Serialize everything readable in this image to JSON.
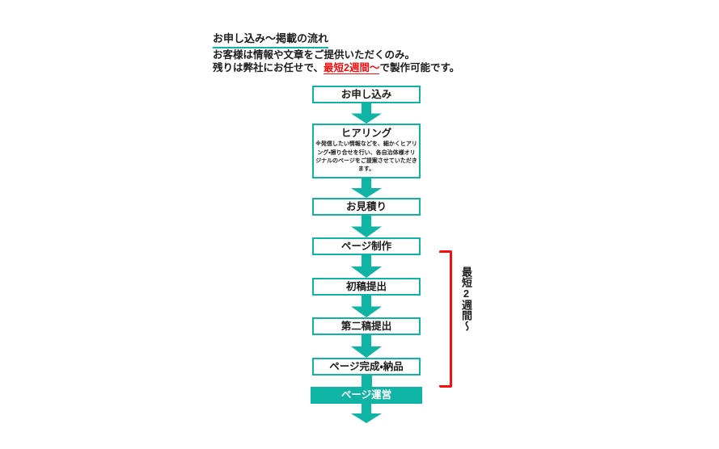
{
  "page": {
    "title": "お申し込み〜掲載の流れ",
    "intro_line1": "お客様は情報や文章をご提供いただくのみ。",
    "intro_line2_prefix": "残りは弊社にお任せで、",
    "intro_line2_highlight": "最短2週間〜",
    "intro_line2_suffix": "で製作可能です。"
  },
  "flow": {
    "steps": [
      {
        "label": "お申し込み"
      },
      {
        "label": "ヒアリング",
        "note": "※発信したい情報などを、細かくヒアリング・擦り合せを行い、各自治体様オリジナルのページをご提案させていただきます。"
      },
      {
        "label": "お見積り"
      },
      {
        "label": "ページ制作"
      },
      {
        "label": "初稿提出"
      },
      {
        "label": "第二稿提出"
      },
      {
        "label": "ページ完成・納品"
      },
      {
        "label": "ページ運営"
      }
    ]
  },
  "annotation": {
    "duration_label": "最短2週間～"
  },
  "colors": {
    "accent_teal": "#0fb4a4",
    "accent_red": "#f60f0f",
    "text": "#1c1c1c",
    "background": "#ffffff"
  }
}
